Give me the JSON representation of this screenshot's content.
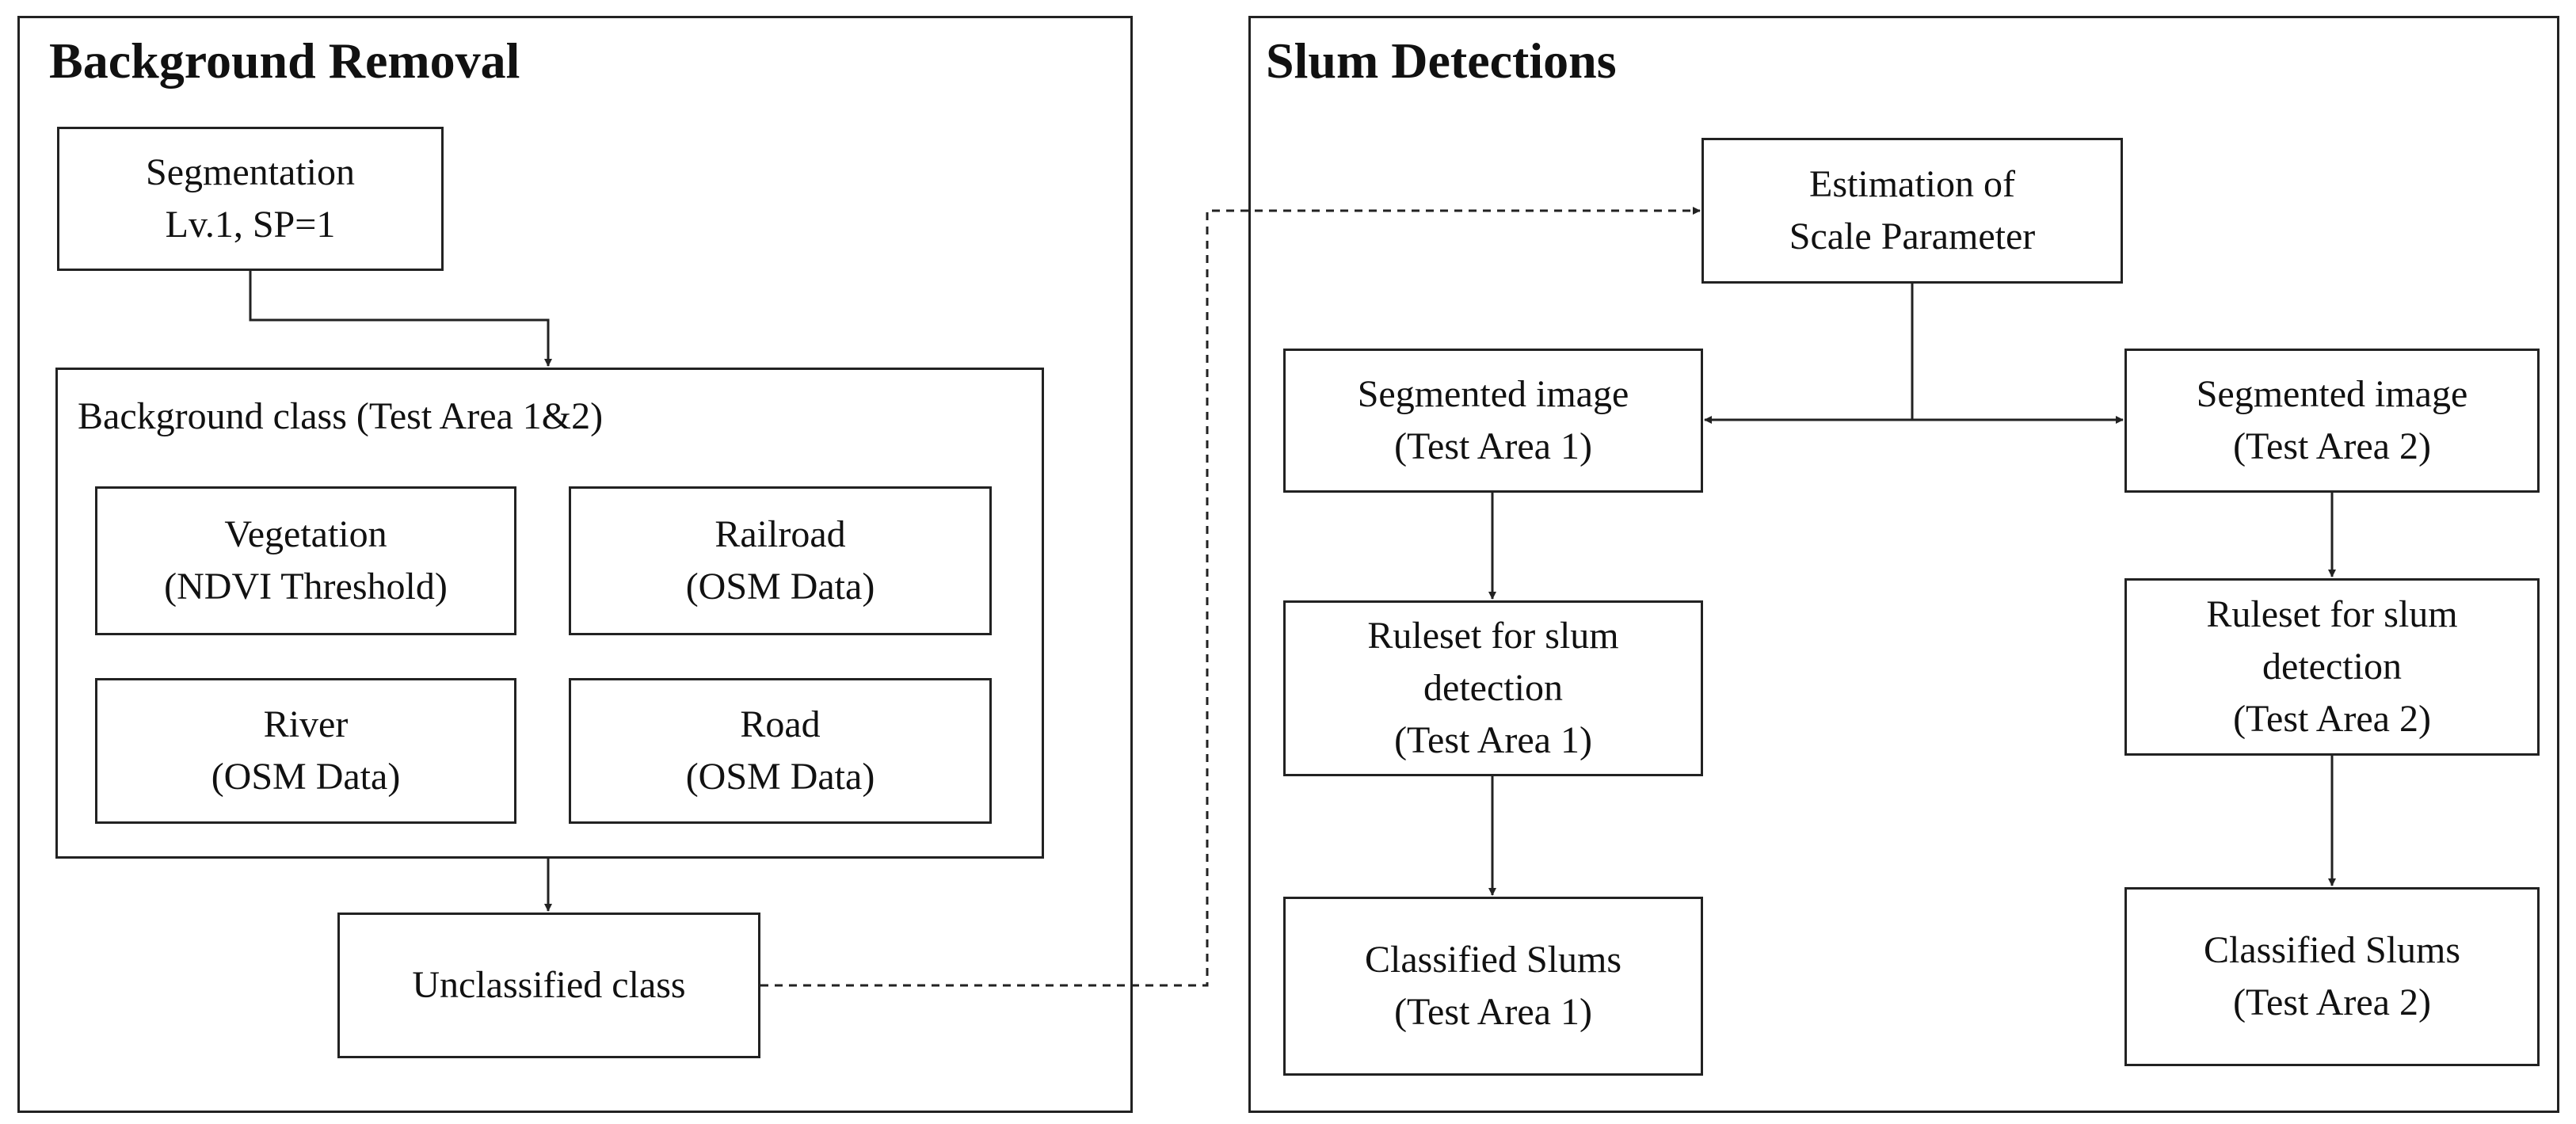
{
  "panels": {
    "left_title": "Background Removal",
    "right_title": "Slum Detections"
  },
  "background_removal": {
    "segmentation": [
      "Segmentation",
      "Lv.1, SP=1"
    ],
    "background_class_label": "Background class (Test Area 1&2)",
    "vegetation": [
      "Vegetation",
      "(NDVI Threshold)"
    ],
    "railroad": [
      "Railroad",
      "(OSM Data)"
    ],
    "river": [
      "River",
      "(OSM Data)"
    ],
    "road": [
      "Road",
      "(OSM Data)"
    ],
    "unclassified": "Unclassified class"
  },
  "slum_detections": {
    "estimation": [
      "Estimation of",
      "Scale Parameter"
    ],
    "segmented_1": [
      "Segmented image",
      "(Test Area 1)"
    ],
    "segmented_2": [
      "Segmented image",
      "(Test Area 2)"
    ],
    "ruleset_1": [
      "Ruleset for slum",
      "detection",
      "(Test Area 1)"
    ],
    "ruleset_2": [
      "Ruleset for slum",
      "detection",
      "(Test Area 2)"
    ],
    "classified_1": [
      "Classified Slums",
      "(Test Area 1)"
    ],
    "classified_2": [
      "Classified Slums",
      "(Test Area 2)"
    ]
  },
  "colors": {
    "stroke": "#222222",
    "text": "#111111",
    "background": "#ffffff"
  }
}
